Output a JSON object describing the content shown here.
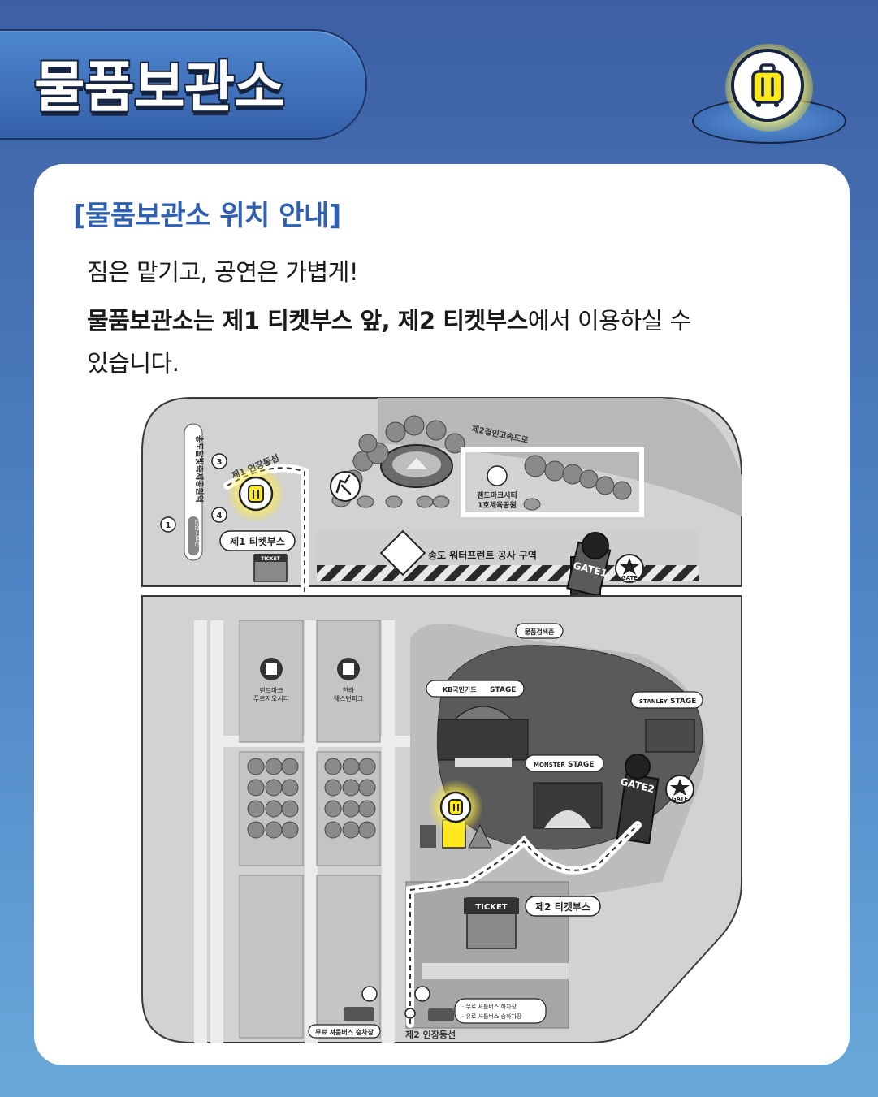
{
  "header": {
    "title": "물품보관소",
    "icon": "luggage-icon"
  },
  "content": {
    "section_title": "[물품보관소 위치 안내]",
    "line1": "짐은 맡기고, 공연은 가볍게!",
    "line2_bold1": "물품보관소는 제1 티켓부스 앞, 제2 티켓부스",
    "line2_rest": "에서 이용하실 수",
    "line3": "있습니다."
  },
  "map": {
    "road_highway": "제2경인고속도로",
    "station": "송도달빛축제공원역",
    "line_badge": "인천1호선",
    "exit1": "1",
    "exit3": "3",
    "exit4": "4",
    "entrance1": "제1 인장동선",
    "booth1": "제1 티켓부스",
    "ticket_sign": "TICKET",
    "park_line1": "랜드마크시티",
    "park_line2": "1호체육공원",
    "construction": "송도 워터프런트 공사 구역",
    "gate1": "GATE1",
    "gate2": "GATE2",
    "gate_badge": "GATE",
    "lost_found": "물품검색존",
    "stage_kb_brand": "KB국민카드",
    "stage_word": "STAGE",
    "stage_stanley_brand": "STANLEY",
    "stage_monster_brand": "MONSTER",
    "building1_line1": "랜드마크",
    "building1_line2": "푸르지오시티",
    "building2_line1": "한라",
    "building2_line2": "웨스턴파크",
    "ticket_sign2": "TICKET",
    "booth2": "제2 티켓부스",
    "bus_stop1": "무료 셔틀버스 승차장",
    "bus_info1": "· 무료 셔틀버스 하차장",
    "bus_info2": "· 유료 셔틀버스 승하차장",
    "entrance2": "제2 인장동선"
  },
  "colors": {
    "background_top": "#3d5fa3",
    "background_bottom": "#6aa8da",
    "title_accent": "#2f5fb3",
    "highlight_yellow": "#ffe81a"
  }
}
